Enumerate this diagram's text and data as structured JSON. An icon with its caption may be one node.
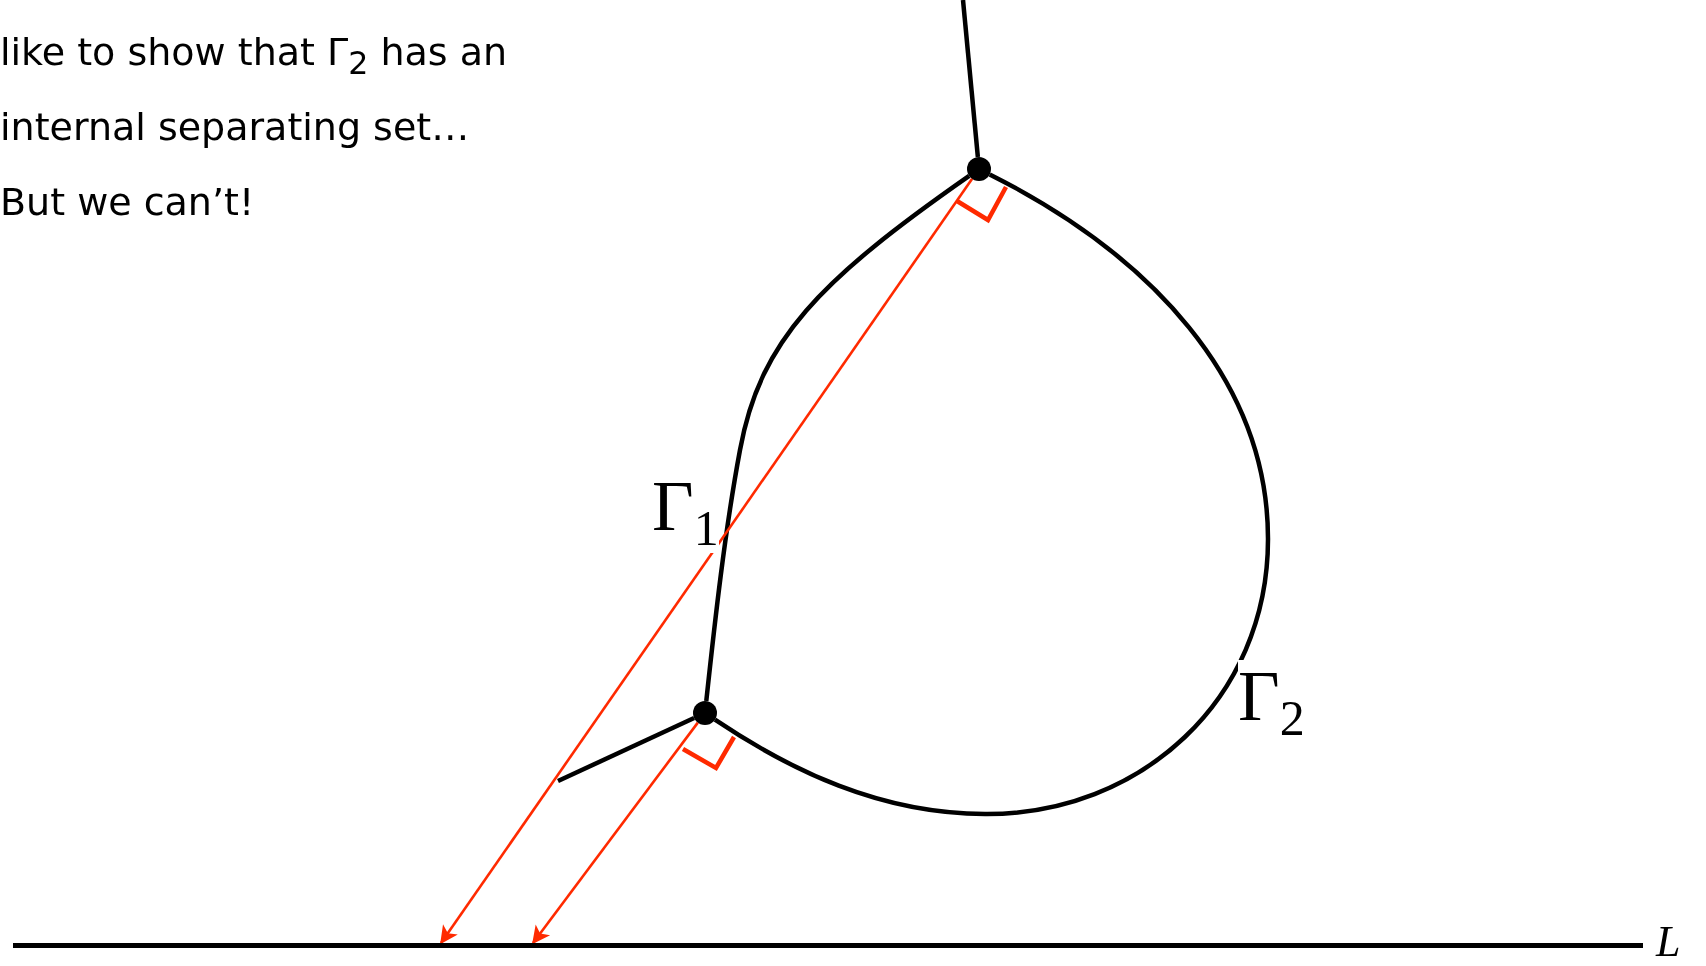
{
  "diagram": {
    "nodes": [
      {
        "text": [],
        "shape": "circle"
      },
      {
        "text": [],
        "shape": "circle"
      },
      {
        "text": [],
        "shape": "bar",
        "beside": [
          "L"
        ]
      }
    ],
    "edges": [
      {
        "from": null,
        "to": 0,
        "arrow": "none"
      },
      {
        "from": 1,
        "to": null,
        "arrow": "none"
      },
      {
        "from": 0,
        "to": 1,
        "arrow": "none",
        "label": "Γ$_{1}$"
      },
      {
        "from": 0,
        "to": 1,
        "arrow": "none",
        "label": "Γ$_{2}$"
      },
      {
        "from": 0,
        "to": 2,
        "arrow": "to",
        "color": "#ff2a00"
      },
      {
        "from": 1,
        "to": 2,
        "arrow": "to",
        "color": "#ff2a00"
      }
    ],
    "labels": [
      "like to show that Γ$_{2}$ has an internal separating set…",
      "But we can’t!"
    ]
  }
}
